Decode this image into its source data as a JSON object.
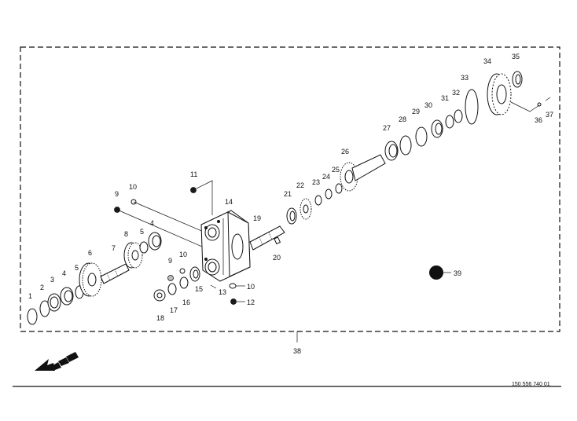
{
  "drawing": {
    "document_number": "150 556 740 01",
    "callouts": [
      "1",
      "2",
      "3",
      "4",
      "5",
      "6",
      "7",
      "8",
      "5",
      "4",
      "9",
      "10",
      "9",
      "10",
      "11",
      "12",
      "13",
      "14",
      "15",
      "16",
      "17",
      "18",
      "19",
      "20",
      "21",
      "22",
      "23",
      "24",
      "25",
      "26",
      "27",
      "28",
      "29",
      "30",
      "31",
      "32",
      "33",
      "34",
      "35",
      "36",
      "37",
      "38",
      "39",
      "10"
    ]
  },
  "colors": {
    "ink": "#111111",
    "paper": "#ffffff",
    "shade": "#bdbdbd"
  }
}
